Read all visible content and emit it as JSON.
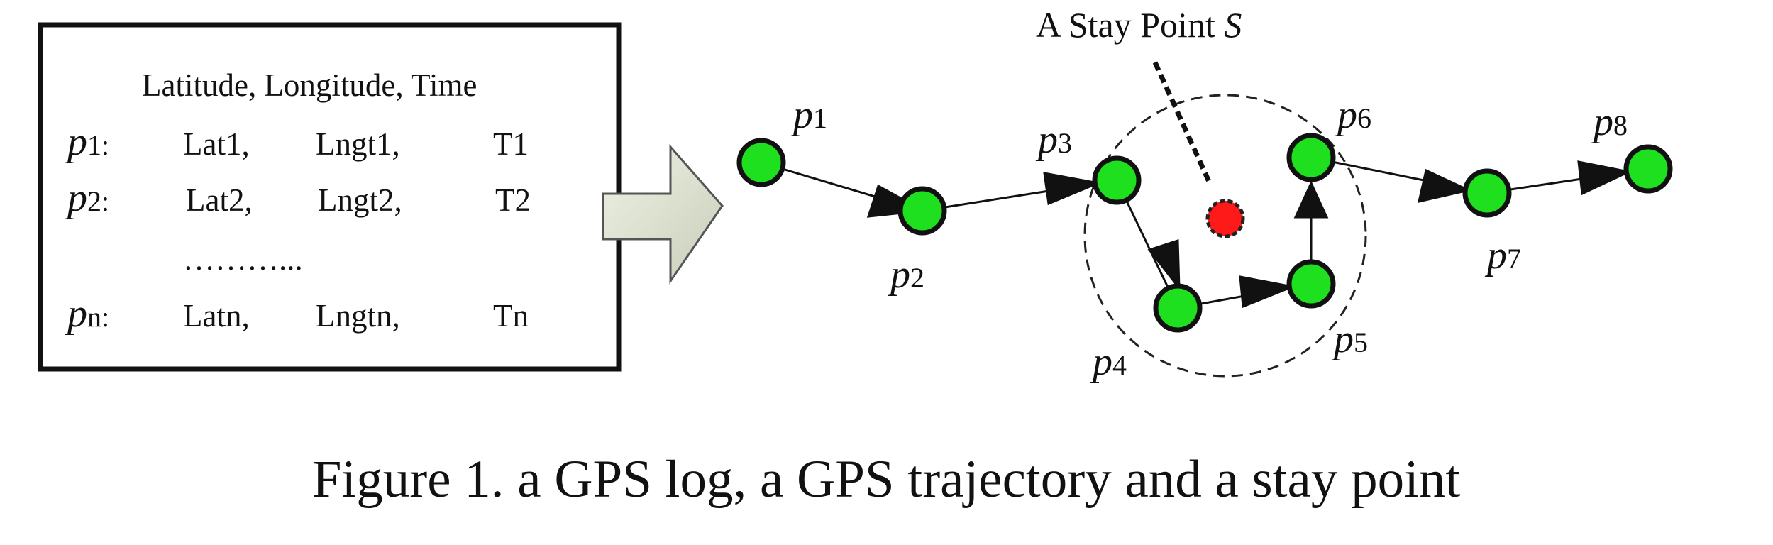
{
  "gps_log": {
    "header": "Latitude, Longitude, Time",
    "rows": [
      {
        "label": "p",
        "sub": "1",
        "lat": "Lat1,",
        "lng": "Lngt1,",
        "time": "T1"
      },
      {
        "label": "p",
        "sub": "2",
        "lat": "Lat2,",
        "lng": "Lngt2,",
        "time": "T2"
      },
      {
        "label": "p",
        "sub": "n",
        "lat": "Latn,",
        "lng": "Lngtn,",
        "time": "Tn"
      }
    ],
    "ellipsis": "………..."
  },
  "trajectory": {
    "points": [
      {
        "label": "p",
        "sub": "1"
      },
      {
        "label": "p",
        "sub": "2"
      },
      {
        "label": "p",
        "sub": "3"
      },
      {
        "label": "p",
        "sub": "4"
      },
      {
        "label": "p",
        "sub": "5"
      },
      {
        "label": "p",
        "sub": "6"
      },
      {
        "label": "p",
        "sub": "7"
      },
      {
        "label": "p",
        "sub": "8"
      }
    ],
    "stay_point_label": "A Stay Point ",
    "stay_point_symbol": "S",
    "point_color": "#1ee01e",
    "stay_point_color": "#ff1a1a"
  },
  "caption": "Figure 1. a GPS log, a GPS trajectory and a stay point"
}
